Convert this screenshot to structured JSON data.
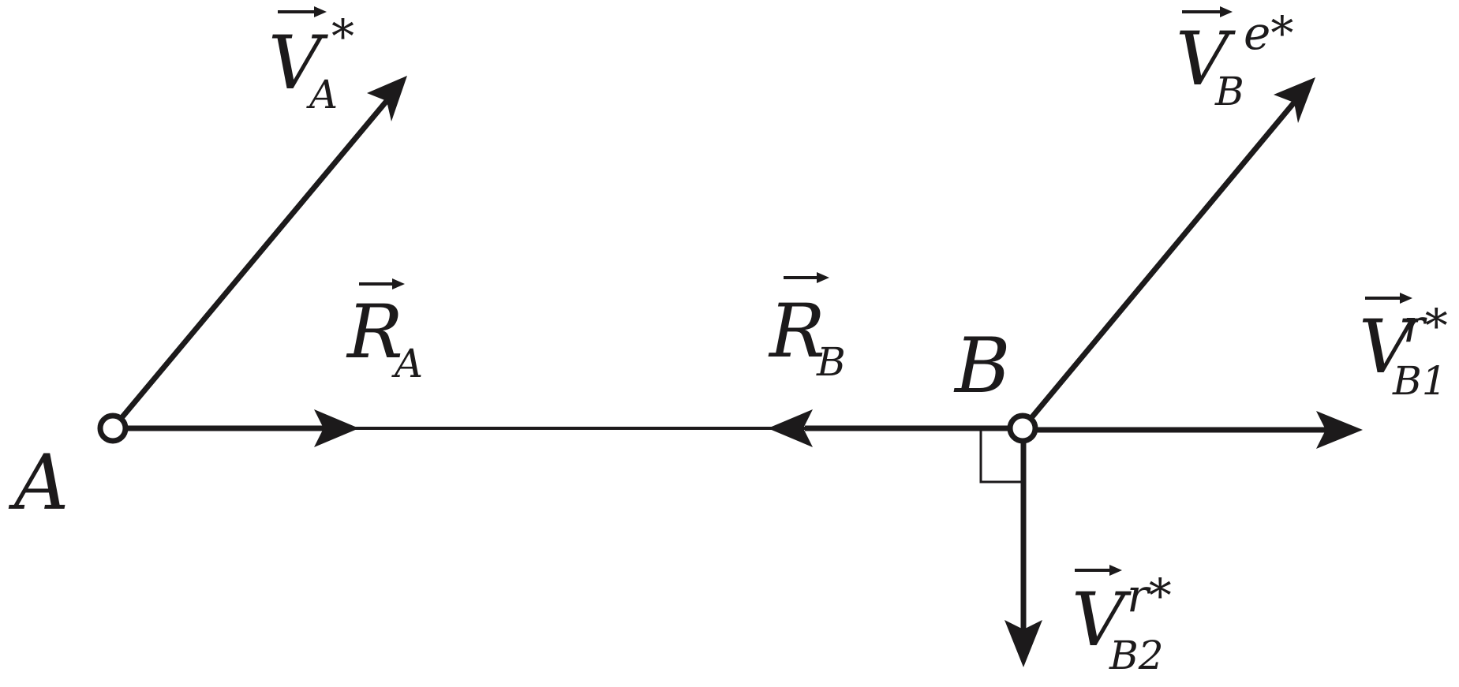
{
  "points": {
    "A": "A",
    "B": "B"
  },
  "labels": {
    "va": {
      "main": "V",
      "sub": "A",
      "sup": "*"
    },
    "vbe": {
      "main": "V",
      "sub": "B",
      "sup": "e*"
    },
    "ra": {
      "main": "R",
      "sub": "A"
    },
    "rb": {
      "main": "R",
      "sub": "B"
    },
    "vb1": {
      "main": "V",
      "sub": "B1",
      "sup": "r*"
    },
    "vb2": {
      "main": "V",
      "sub": "B2",
      "sup": "r*"
    }
  },
  "colors": {
    "ink": "#1c1a1b",
    "background": "#ffffff"
  }
}
